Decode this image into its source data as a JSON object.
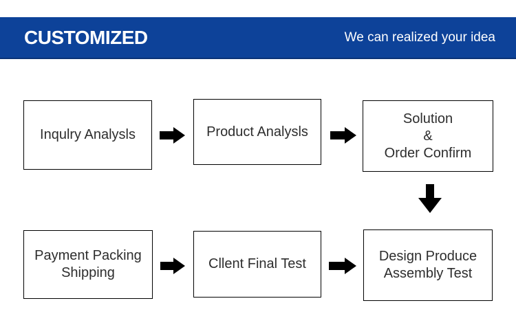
{
  "colors": {
    "header_bg": "#0d4299",
    "header_edge": "#0a3276",
    "header_text": "#ffffff",
    "box_border": "#000000",
    "box_text": "#2d2d2d",
    "arrow": "#000000",
    "page_bg": "#ffffff"
  },
  "header": {
    "title": "CUSTOMIZED",
    "tagline": "We can realized your idea"
  },
  "flowchart": {
    "steps": [
      {
        "name": "inquiry-analysis",
        "lines": [
          "Inqulry Analysls"
        ]
      },
      {
        "name": "product-analysis",
        "lines": [
          "Product Analysls"
        ]
      },
      {
        "name": "solution-order-confirm",
        "lines": [
          "Solution",
          "&",
          "Order Confirm"
        ]
      },
      {
        "name": "payment-packing-shipping",
        "lines": [
          "Payment Packing",
          "Shipping"
        ]
      },
      {
        "name": "client-final-test",
        "lines": [
          "Cllent Final Test"
        ]
      },
      {
        "name": "design-produce-assembly-test",
        "lines": [
          "Design Produce",
          "Assembly Test"
        ]
      }
    ],
    "arrows": [
      {
        "from": "inquiry-analysis",
        "to": "product-analysis",
        "direction": "right"
      },
      {
        "from": "product-analysis",
        "to": "solution-order-confirm",
        "direction": "right"
      },
      {
        "from": "solution-order-confirm",
        "to": "design-produce-assembly-test",
        "direction": "down"
      },
      {
        "from": "payment-packing-shipping",
        "to": "client-final-test",
        "direction": "right"
      },
      {
        "from": "client-final-test",
        "to": "design-produce-assembly-test",
        "direction": "right"
      }
    ]
  }
}
